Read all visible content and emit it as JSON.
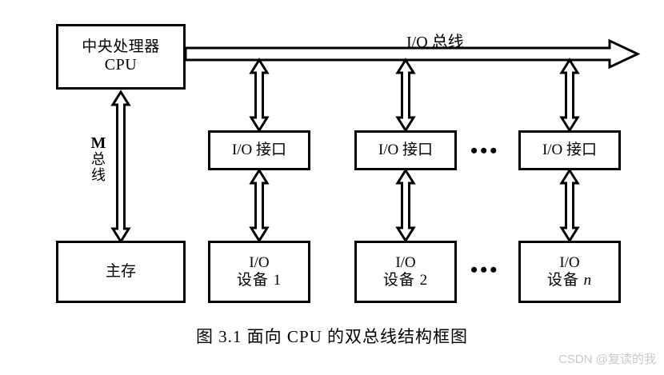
{
  "figure": {
    "caption": "图 3.1    面向 CPU 的双总线结构框图",
    "watermark": "CSDN @复读的我"
  },
  "colors": {
    "stroke": "#000000",
    "background": "#ffffff",
    "watermark": "#c9c9c9"
  },
  "labels": {
    "io_bus": "I/O 总线",
    "m_bus_letter": "M",
    "m_bus_cn": "总线",
    "ellipsis": "•••"
  },
  "boxes": {
    "cpu": {
      "line1": "中央处理器",
      "line2": "CPU"
    },
    "main_memory": {
      "line1": "主存"
    },
    "interfaces": [
      {
        "label": "I/O 接口"
      },
      {
        "label": "I/O 接口"
      },
      {
        "label": "I/O 接口"
      }
    ],
    "devices": [
      {
        "line1": "I/O",
        "line2_prefix": "设备",
        "index": "1"
      },
      {
        "line1": "I/O",
        "line2_prefix": "设备",
        "index": "2"
      },
      {
        "line1": "I/O",
        "line2_prefix": "设备",
        "index": "n"
      }
    ]
  }
}
